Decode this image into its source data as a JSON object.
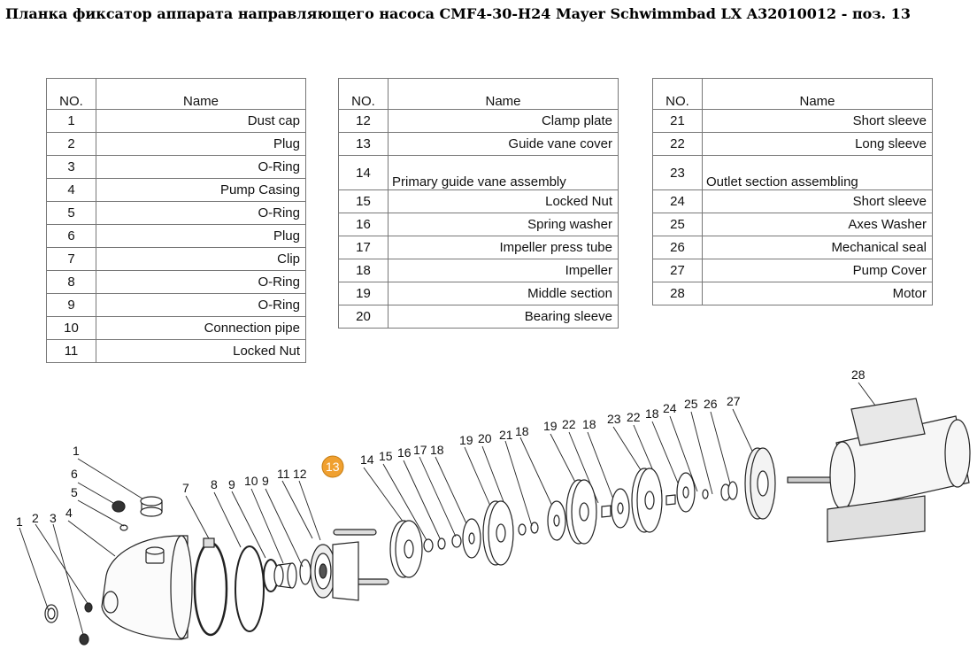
{
  "title": "Планка фиксатор аппарата направляющего насоса CMF4-30-H24 Mayer Schwimmbad LX A32010012 - поз. 13",
  "table_headers": {
    "no": "NO.",
    "name": "Name"
  },
  "table1": [
    {
      "no": "1",
      "name": "Dust cap"
    },
    {
      "no": "2",
      "name": "Plug"
    },
    {
      "no": "3",
      "name": "O-Ring"
    },
    {
      "no": "4",
      "name": "Pump Casing"
    },
    {
      "no": "5",
      "name": "O-Ring"
    },
    {
      "no": "6",
      "name": "Plug"
    },
    {
      "no": "7",
      "name": "Clip"
    },
    {
      "no": "8",
      "name": "O-Ring"
    },
    {
      "no": "9",
      "name": "O-Ring"
    },
    {
      "no": "10",
      "name": "Connection pipe"
    },
    {
      "no": "11",
      "name": "Locked Nut"
    }
  ],
  "table2": [
    {
      "no": "12",
      "name": "Clamp plate"
    },
    {
      "no": "13",
      "name": "Guide vane cover"
    },
    {
      "no": "14",
      "name": "Primary guide vane assembly"
    },
    {
      "no": "15",
      "name": "Locked Nut"
    },
    {
      "no": "16",
      "name": "Spring washer"
    },
    {
      "no": "17",
      "name": "Impeller press tube"
    },
    {
      "no": "18",
      "name": "Impeller"
    },
    {
      "no": "19",
      "name": "Middle section"
    },
    {
      "no": "20",
      "name": "Bearing sleeve"
    }
  ],
  "table3": [
    {
      "no": "21",
      "name": "Short sleeve"
    },
    {
      "no": "22",
      "name": "Long sleeve"
    },
    {
      "no": "23",
      "name": "Outlet section assembling"
    },
    {
      "no": "24",
      "name": "Short sleeve"
    },
    {
      "no": "25",
      "name": "Axes Washer"
    },
    {
      "no": "26",
      "name": "Mechanical seal"
    },
    {
      "no": "27",
      "name": "Pump Cover"
    },
    {
      "no": "28",
      "name": "Motor"
    }
  ],
  "callouts": {
    "c1": "1",
    "c2": "2",
    "c3": "3",
    "c4": "4",
    "c5": "5",
    "c6": "6",
    "c7": "7",
    "c8": "8",
    "c9": "9",
    "c10": "10",
    "c11": "11",
    "c12": "12",
    "c13": "13",
    "c14": "14",
    "c15": "15",
    "c16": "16",
    "c17": "17",
    "c18a": "18",
    "c19a": "19",
    "c20": "20",
    "c21": "21",
    "c18b": "18",
    "c19b": "19",
    "c22a": "22",
    "c18c": "18",
    "c23": "23",
    "c22b": "22",
    "c18d": "18",
    "c24": "24",
    "c25": "25",
    "c26": "26",
    "c27": "27",
    "c28": "28"
  },
  "highlight_color": "#f0a030"
}
